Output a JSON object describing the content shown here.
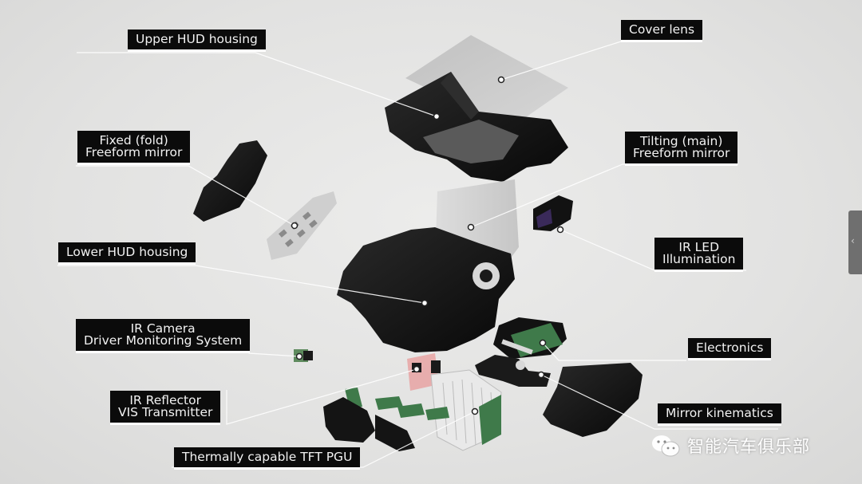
{
  "labels": {
    "upper_hud_housing": "Upper HUD housing",
    "cover_lens": "Cover lens",
    "fixed_mirror_line1": "Fixed (fold)",
    "fixed_mirror_line2": "Freeform mirror",
    "tilting_mirror_line1": "Tilting (main)",
    "tilting_mirror_line2": "Freeform mirror",
    "lower_hud_housing": "Lower HUD housing",
    "ir_led_line1": "IR LED",
    "ir_led_line2": "Illumination",
    "ir_camera_line1": "IR Camera",
    "ir_camera_line2": "Driver Monitoring System",
    "electronics": "Electronics",
    "ir_reflector_line1": "IR Reflector",
    "ir_reflector_line2": "VIS Transmitter",
    "mirror_kinematics": "Mirror kinematics",
    "tft_pgu": "Thermally capable TFT PGU"
  },
  "watermark": {
    "text": "智能汽车俱乐部",
    "icon": "wechat-icon"
  },
  "side_tab": {
    "icon": "chevron-left-icon"
  },
  "colors": {
    "label_bg": "#0b0b0b",
    "label_text": "#f2f2f2",
    "pcb_green": "#3f7a4a",
    "reflector_pink": "#e8a3a3",
    "part_black": "#141414"
  }
}
